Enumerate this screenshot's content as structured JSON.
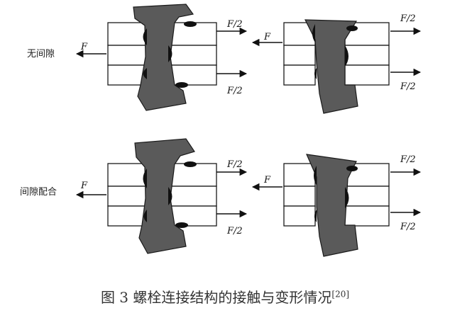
{
  "rows": [
    {
      "label": "无间隙",
      "left": {
        "force_in": "F",
        "force_out_top": "F/2",
        "force_out_bottom": "F/2"
      },
      "right": {
        "force_in": "F",
        "force_out_top": "F/2",
        "force_out_bottom": "F/2"
      }
    },
    {
      "label": "间隙配合",
      "left": {
        "force_in": "F",
        "force_out_top": "F/2",
        "force_out_bottom": "F/2"
      },
      "right": {
        "force_in": "F",
        "force_out_top": "F/2",
        "force_out_bottom": "F/2"
      }
    }
  ],
  "caption": {
    "text": "图 3  螺栓连接结构的接触与变形情况",
    "ref": "[20]"
  },
  "colors": {
    "bolt": "#5a5a5a",
    "plate": "#ffffff",
    "stroke": "#1a1a1a",
    "contact": "#111111"
  }
}
